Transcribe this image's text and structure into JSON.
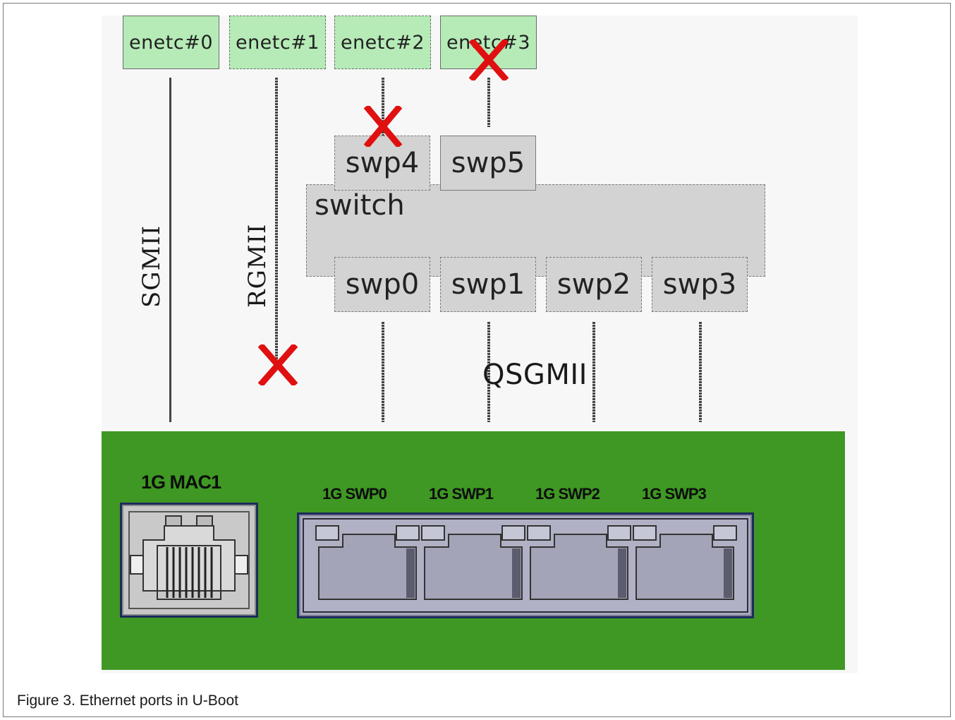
{
  "figure": {
    "caption": "Figure 3.  Ethernet ports in U-Boot"
  },
  "enetc": [
    {
      "label": "enetc#0"
    },
    {
      "label": "enetc#1"
    },
    {
      "label": "enetc#2"
    },
    {
      "label": "enetc#3"
    }
  ],
  "switch": {
    "label": "switch",
    "cpu_ports": [
      {
        "label": "swp4"
      },
      {
        "label": "swp5"
      }
    ],
    "front_ports": [
      {
        "label": "swp0"
      },
      {
        "label": "swp1"
      },
      {
        "label": "swp2"
      },
      {
        "label": "swp3"
      }
    ]
  },
  "links": {
    "sgmii": "SGMII",
    "rgmii": "RGMII",
    "qsgmii": "QSGMII"
  },
  "board": {
    "mac1_label": "1G MAC1",
    "swp_labels": [
      "1G SWP0",
      "1G SWP1",
      "1G SWP2",
      "1G SWP3"
    ]
  },
  "colors": {
    "enetc_fill": "#b6ebb7",
    "switch_fill": "#d3d3d3",
    "board_green": "#3e9823",
    "x_mark": "#e01010"
  },
  "disabled_marks": [
    "enetc#3",
    "swp4",
    "RGMII"
  ]
}
